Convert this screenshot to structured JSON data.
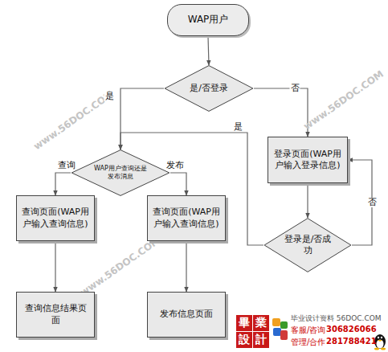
{
  "diagram": {
    "nodes": [
      {
        "text": [
          "WAP用户"
        ]
      },
      {
        "text": [
          "是/否登录"
        ]
      },
      {
        "text": [
          "WAP用户查询还是发布消息"
        ]
      },
      {
        "text": [
          "登录页面(WAP用户输入登录信息)"
        ]
      },
      {
        "text": [
          "查询页面(WAP用户输入查询信息)"
        ]
      },
      {
        "text": [
          "查询页面(WAP用户输入查询信息)"
        ]
      },
      {
        "text": [
          "登录是/否成功"
        ]
      },
      {
        "text": [
          "查询信息结果页面"
        ]
      },
      {
        "text": [
          "发布信息页面"
        ]
      }
    ],
    "edges": [
      {
        "from": 0,
        "to": 1,
        "arrow": "to"
      },
      {
        "from": 1,
        "to": 2,
        "label": "是",
        "arrow": "to"
      },
      {
        "from": 1,
        "to": 3,
        "label": "否",
        "arrow": "to"
      },
      {
        "from": 6,
        "to": 2,
        "label": "是",
        "arrow": "to"
      },
      {
        "from": 6,
        "to": 3,
        "label": "否",
        "arrow": "to"
      },
      {
        "from": 3,
        "to": 6,
        "arrow": "to"
      },
      {
        "from": 2,
        "to": 4,
        "label": "查询",
        "arrow": "to"
      },
      {
        "from": 2,
        "to": 5,
        "label": "发布",
        "arrow": "to"
      },
      {
        "from": 4,
        "to": 7,
        "arrow": "to"
      },
      {
        "from": 5,
        "to": 8,
        "arrow": "to"
      }
    ],
    "labels": [
      "www.56DOC.COM",
      "www.56DOC.COM",
      "www.56DOC.COM",
      "畢",
      "業",
      "設",
      "計",
      "毕业设计资料 56DOC.COM",
      "客服/咨询",
      "306826066",
      "管理/合作",
      "281788421"
    ]
  }
}
